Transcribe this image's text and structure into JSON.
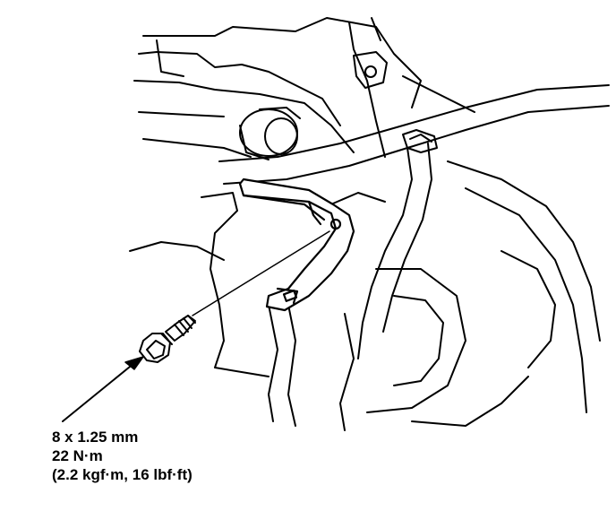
{
  "spec": {
    "bolt_size": "8 x 1.25 mm",
    "torque_nm": "22 N·m",
    "torque_alt": "(2.2 kgf·m, 16 lbf·ft)"
  },
  "colors": {
    "ink": "#000000",
    "paper": "#ffffff"
  }
}
